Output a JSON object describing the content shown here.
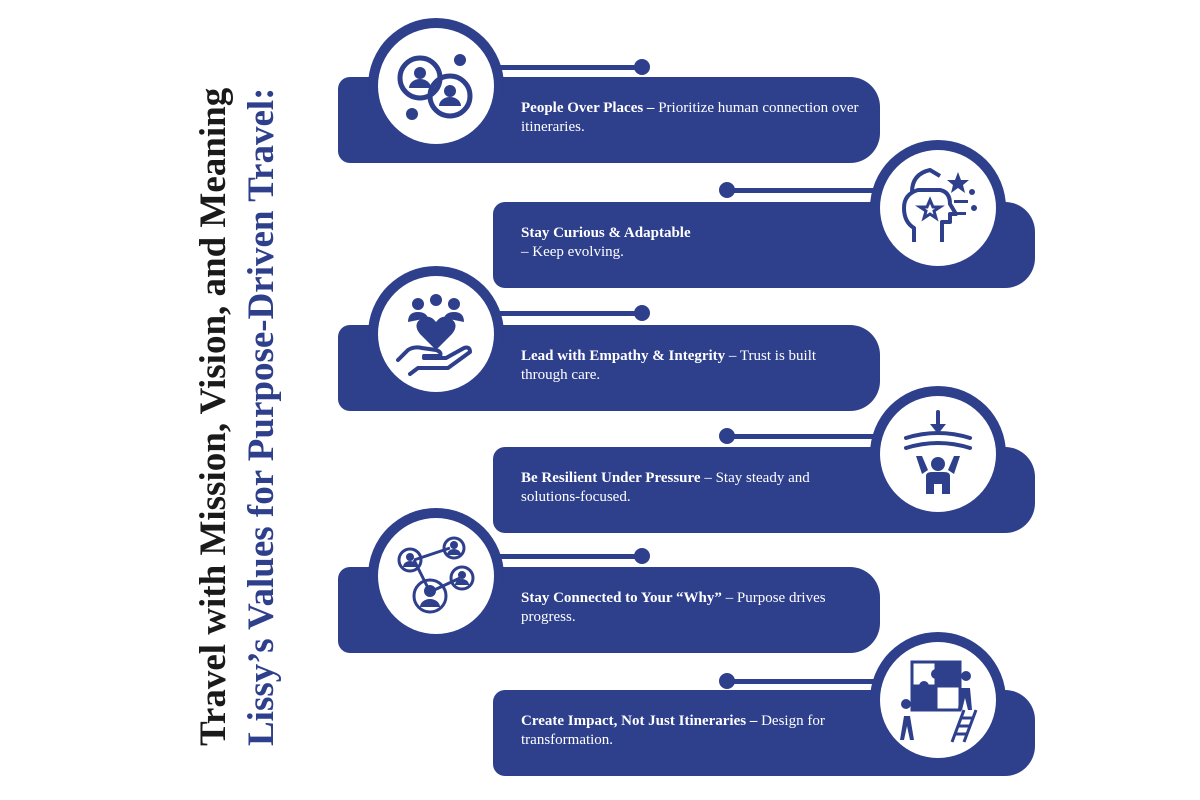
{
  "title": {
    "line1": "Travel with Mission, Vision, and Meaning",
    "line2": "Lissy’s Values for Purpose-Driven Travel:"
  },
  "values": [
    {
      "heading": "People Over Places –",
      "text": " Prioritize human connection over itineraries.",
      "icon": "people-connection-icon"
    },
    {
      "heading": "Stay Curious & Adaptable",
      "text": "– Keep evolving.",
      "icon": "open-mind-icon"
    },
    {
      "heading": "Lead with Empathy & Integrity",
      "text": " – Trust is built through care.",
      "icon": "heart-hand-icon"
    },
    {
      "heading": "Be Resilient Under Pressure",
      "text": " – Stay steady and solutions-focused.",
      "icon": "resilience-icon"
    },
    {
      "heading": "Stay Connected to Your “Why”",
      "text": " – Purpose drives progress.",
      "icon": "network-icon"
    },
    {
      "heading": "Create Impact, Not Just Itineraries –",
      "text": " Design for transformation.",
      "icon": "puzzle-team-icon"
    }
  ],
  "colors": {
    "primary": "#2e3f8c",
    "title_dark": "#1a1a1a",
    "background": "#ffffff"
  }
}
